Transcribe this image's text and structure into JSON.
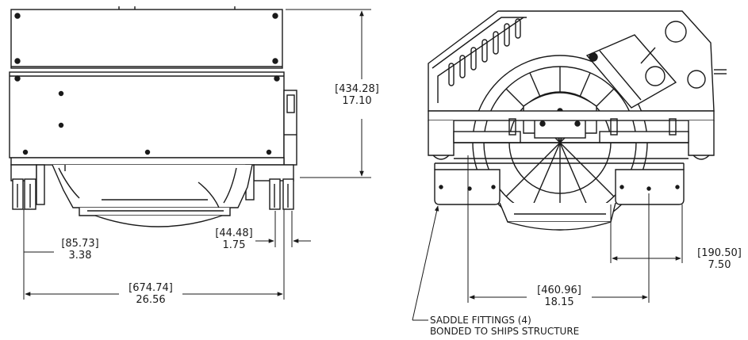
{
  "dimensions": {
    "height": {
      "metric": "[434.28]",
      "imperial": "17.10"
    },
    "saddle_inset": {
      "metric": "[85.73]",
      "imperial": "3.38"
    },
    "saddle_width_left": {
      "metric": "[44.48]",
      "imperial": "1.75"
    },
    "overall_width": {
      "metric": "[674.74]",
      "imperial": "26.56"
    },
    "saddle_width_right": {
      "metric": "[190.50]",
      "imperial": "7.50"
    },
    "saddle_spacing": {
      "metric": "[460.96]",
      "imperial": "18.15"
    }
  },
  "note": {
    "line1": "SADDLE FITTINGS (4)",
    "line2": "BONDED TO SHIPS STRUCTURE"
  },
  "colors": {
    "line": "#1a1a1a",
    "fill": "#ffffff",
    "shade": "#e6e6e6"
  }
}
